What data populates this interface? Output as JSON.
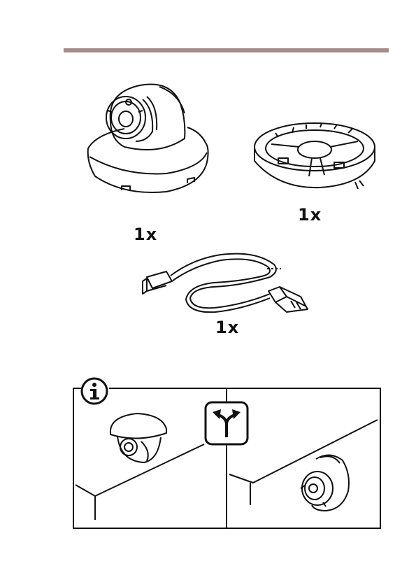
{
  "quantities": {
    "camera": "1x",
    "mount_bracket": "1x",
    "cable": "1x"
  },
  "colors": {
    "rule": "#a38f87",
    "line": "#111111"
  },
  "icons": {
    "info": "info-icon",
    "branch": "split-arrows-icon"
  }
}
